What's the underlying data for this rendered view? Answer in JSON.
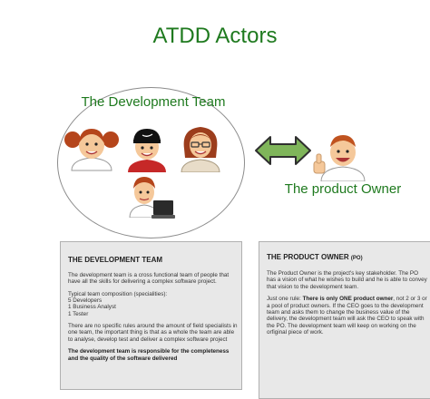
{
  "title": "ATDD Actors",
  "development_team": {
    "label": "The Development Team",
    "box": {
      "heading": "THE DEVELOPMENT TEAM",
      "intro": "The development team is a cross functional team of people that have all the skills for delivering a complex software project.",
      "list_title": "Typical team composition (specialities):",
      "list_items": [
        "5 Developers",
        "1 Business Analyst",
        "1 Tester"
      ],
      "note": "There are no specific rules around the amount of field specialists in one team, the important thing is that as a whole the team are able to analyse, develop test and deliver a complex software project",
      "bold_note": "The development team is responsible for the completeness and the quality of the software delivered"
    }
  },
  "product_owner": {
    "label": "The product Owner",
    "box": {
      "heading": "THE PRODUCT OWNER",
      "heading_abbr": "(PO)",
      "intro": "The Product Owner is the project's key stakeholder. The PO has a vision of what he wishes to build and he is able to convey that vision to the development team.",
      "rule_prefix": "Just one rule: ",
      "rule_bold": "There is only ONE product owner",
      "rule_rest": ", not 2 or 3 or a pool of product owners. If the CEO goes to the development team and asks them to change the business value of the delivery, the development team will ask the CEO to speak with the PO. The development team will keep on working on the orfiginal piece of work."
    }
  },
  "colors": {
    "label_green": "#1f7a1f",
    "arrow_fill": "#7fb55a",
    "arrow_outline": "#2f2f2f",
    "box_background": "#e8e8e8"
  }
}
